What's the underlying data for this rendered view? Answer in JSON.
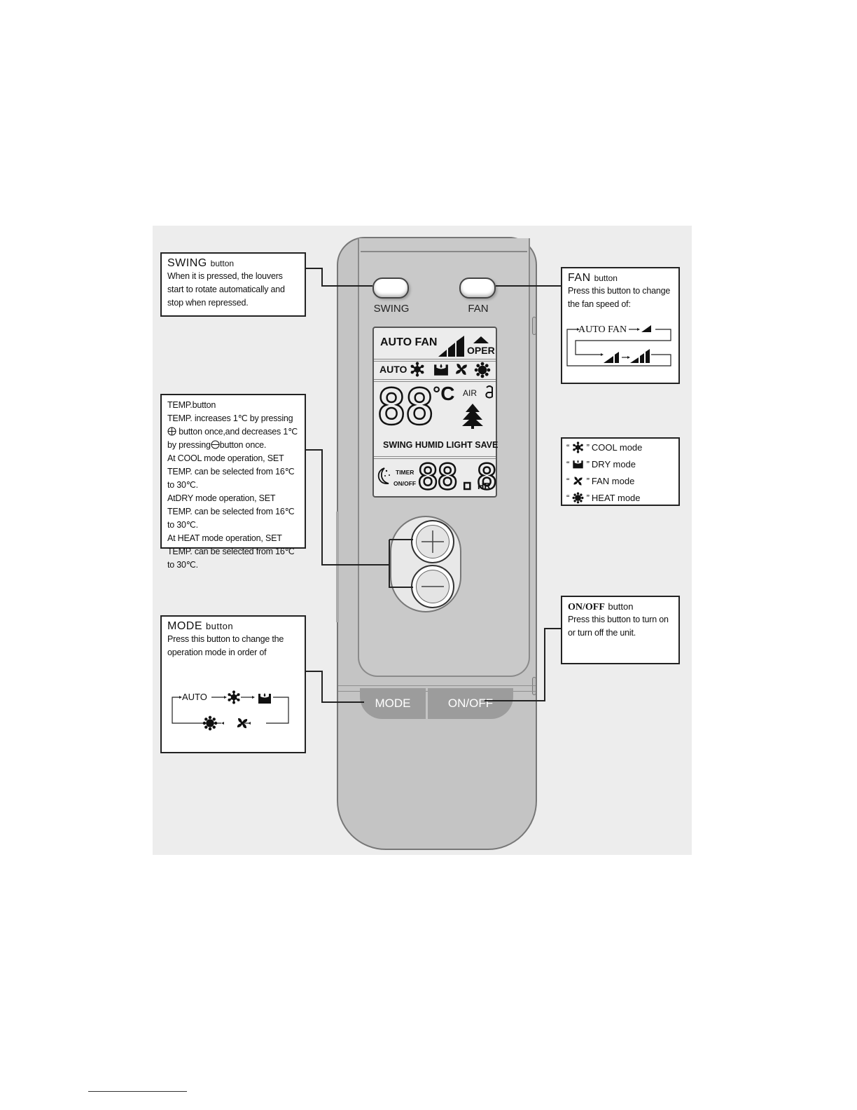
{
  "remote": {
    "swing_label": "SWING",
    "fan_label": "FAN",
    "mode_label": "MODE",
    "onoff_label": "ON/OFF"
  },
  "lcd": {
    "auto_fan": "AUTO  FAN",
    "oper": "OPER",
    "mode_auto": "AUTO",
    "temp_digits": "88",
    "celsius": "°C",
    "air": "AIR",
    "functions": "SWING  HUMID LIGHT  SAVE",
    "timer": "TIMER",
    "onoff": "ON/OFF",
    "timer_digits": "88.8",
    "hr": "HR."
  },
  "callouts": {
    "swing": {
      "title": "SWING",
      "title_suffix": "button",
      "body": "When it is pressed, the louvers start to rotate automatically and stop when repressed."
    },
    "fan": {
      "title": "FAN",
      "title_suffix": "button",
      "body": "Press this button to change the fan speed of:",
      "cycle_label": "AUTO FAN"
    },
    "temp": {
      "title": "TEMP.button",
      "line1a": "TEMP.  increases 1℃  by  pressing",
      "line1b": "button once,and  decreases  1℃",
      "line1c_pre": "by pressing",
      "line1c_post": "button once.",
      "line2": "At COOL  mode operation,  SET TEMP. can be selected from 16℃ to 30℃.",
      "line3": "AtDRY mode operation, SET TEMP. can be selected from 16℃ to 30℃.",
      "line4": "At HEAT  mode  operation,  SET TEMP. can be selected from 16℃ to 30℃."
    },
    "modes": {
      "cool": "COOL  mode",
      "dry": "DRY  mode",
      "fan": "FAN mode",
      "heat": "HEAT mode"
    },
    "onoff": {
      "title": "ON/OFF",
      "title_suffix": "button",
      "body": "Press this button to turn on or turn off the unit."
    },
    "mode": {
      "title": "MODE",
      "title_suffix": "button",
      "body": "Press this button to change the operation mode in order of",
      "cycle_label": "AUTO"
    }
  },
  "icons": {
    "cool": "snowflake-icon",
    "dry": "dry-basin-icon",
    "fan": "fan-icon",
    "heat": "sun-icon"
  }
}
